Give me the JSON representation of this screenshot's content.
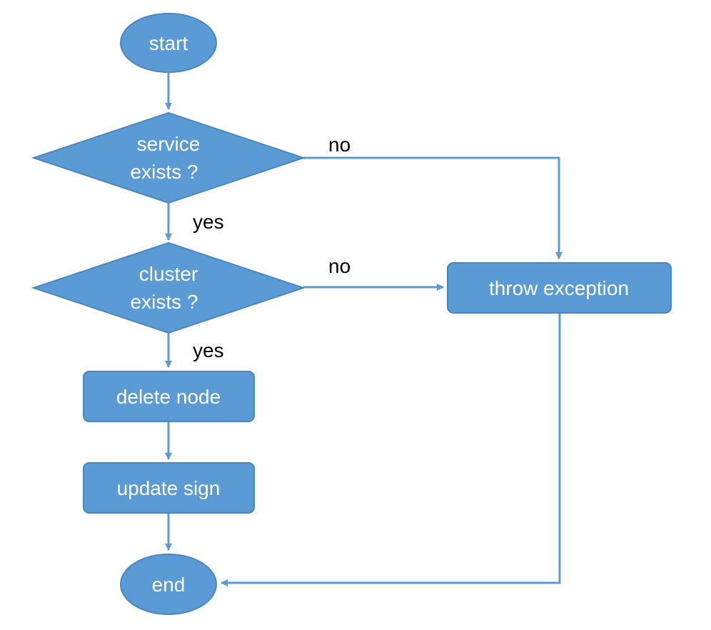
{
  "colors": {
    "node_fill": "#5b9bd5",
    "node_stroke": "#4a87bf",
    "connector": "#5b9bd5",
    "node_text": "#ffffff",
    "edge_text": "#000000"
  },
  "nodes": {
    "start": "start",
    "service_exists_line1": "service",
    "service_exists_line2": "exists ?",
    "cluster_exists_line1": "cluster",
    "cluster_exists_line2": "exists ?",
    "delete_node": "delete node",
    "update_sign": "update sign",
    "end": "end",
    "throw_exception": "throw exception"
  },
  "edge_labels": {
    "service_yes": "yes",
    "service_no": "no",
    "cluster_yes": "yes",
    "cluster_no": "no"
  }
}
